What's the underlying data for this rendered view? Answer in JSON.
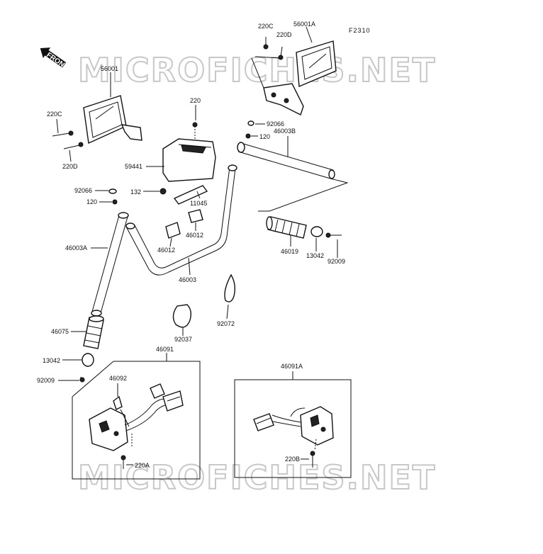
{
  "diagram_code": "F2310",
  "watermark": "MICROFICHES.NET",
  "front_arrow": "FRONT",
  "labels": {
    "p56001": "56001",
    "p56001A": "56001A",
    "p220C_left": "220C",
    "p220D_left": "220D",
    "p220C_right": "220C",
    "p220D_right": "220D",
    "p220": "220",
    "p59441": "59441",
    "p92066_left": "92066",
    "p120_left": "120",
    "p132": "132",
    "p11045": "11045",
    "p92066_right": "92066",
    "p120_right": "120",
    "p46003B": "46003B",
    "p46003A": "46003A",
    "p46012_left": "46012",
    "p46012_right": "46012",
    "p46003": "46003",
    "p46019": "46019",
    "p13042_right": "13042",
    "p92009_right": "92009",
    "p92072": "92072",
    "p92037": "92037",
    "p46075": "46075",
    "p13042_left": "13042",
    "p92009_left": "92009",
    "p46091": "46091",
    "p46092": "46092",
    "p220A": "220A",
    "p46091A": "46091A",
    "p220B": "220B"
  }
}
